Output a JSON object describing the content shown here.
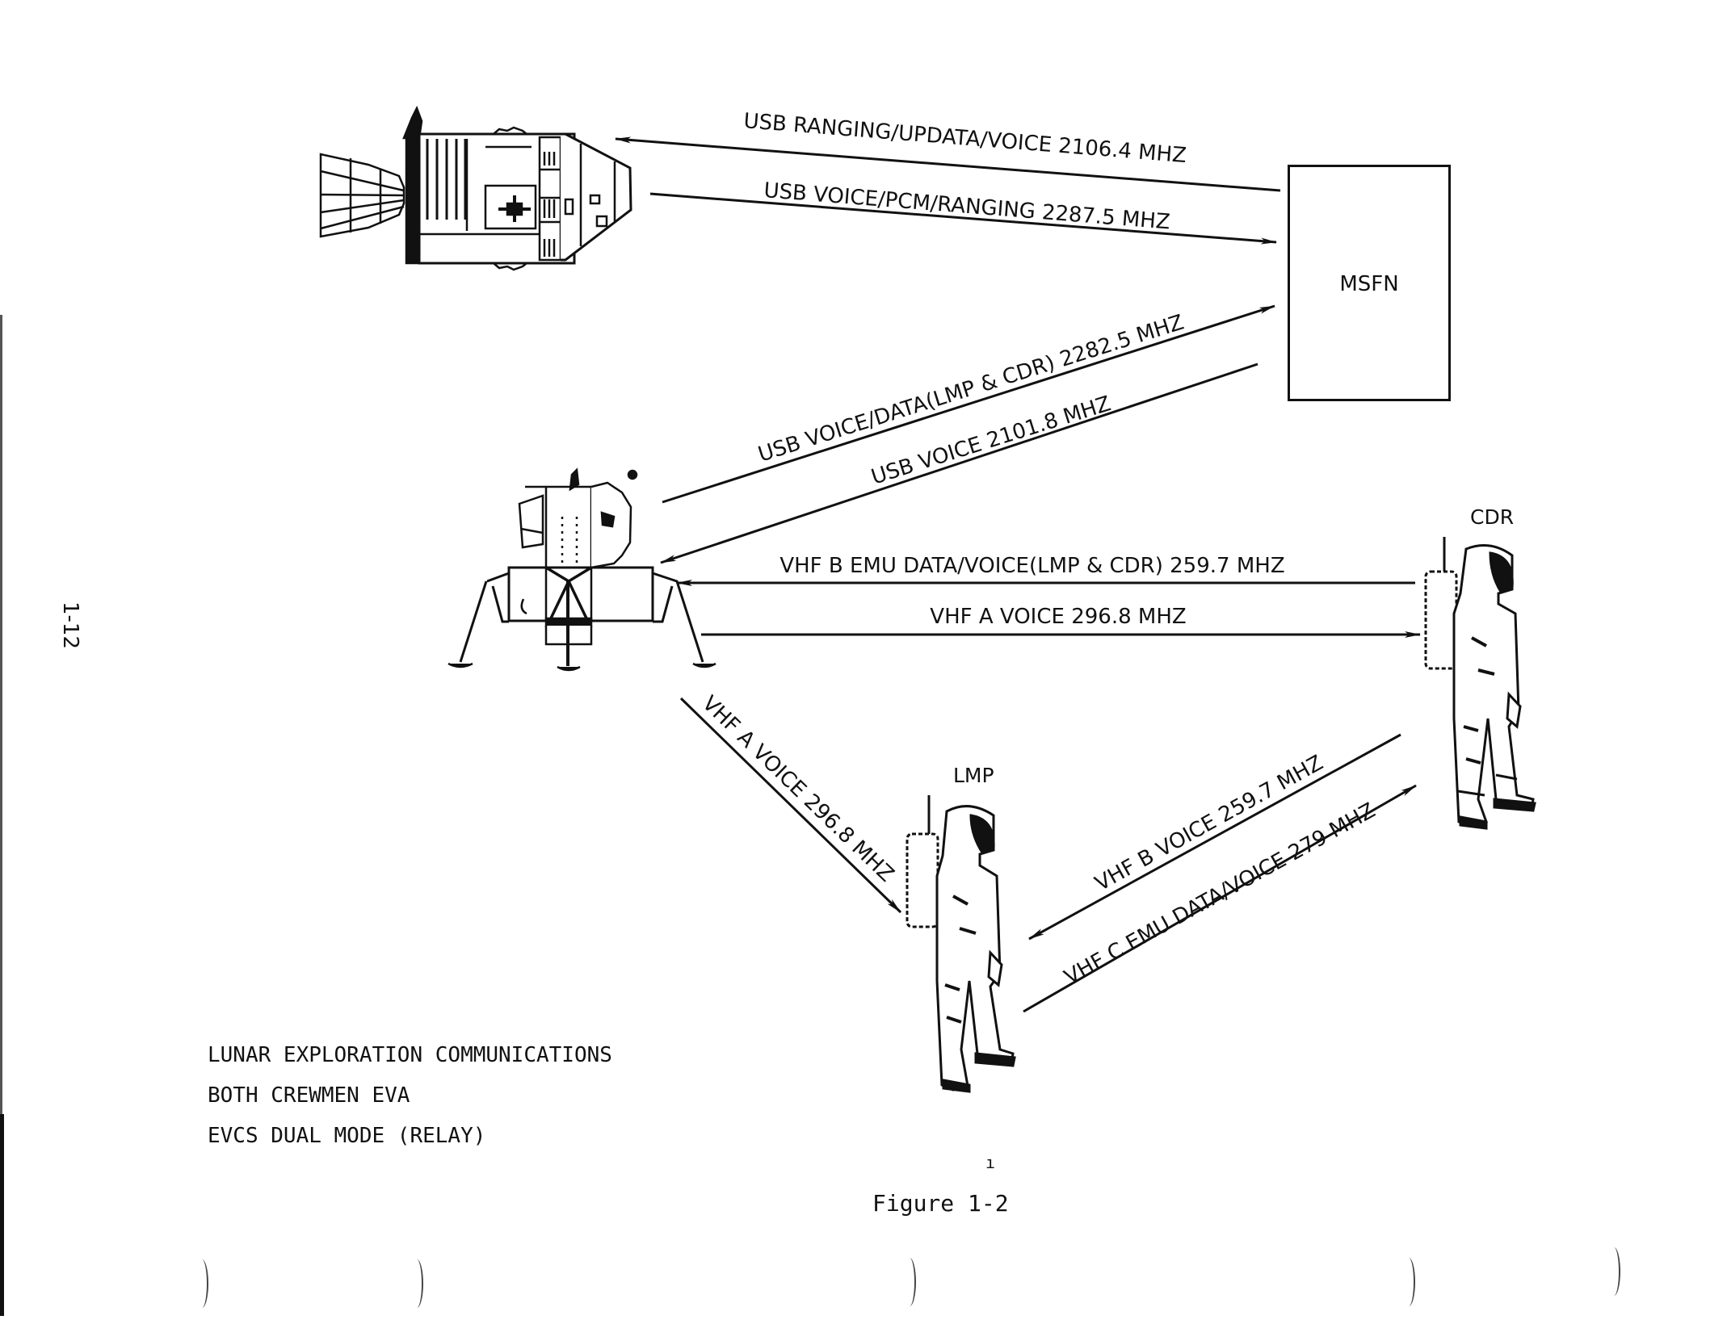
{
  "page": {
    "page_number": "1-12",
    "figure_title": "Figure 1-2",
    "figure_mark": "ı"
  },
  "caption": {
    "lines": [
      "LUNAR EXPLORATION COMMUNICATIONS",
      "BOTH CREWMEN EVA",
      "EVCS DUAL MODE (RELAY)"
    ]
  },
  "nodes": {
    "csm": {
      "name": "command-service-module"
    },
    "msfn": {
      "label": "MSFN"
    },
    "lm": {
      "name": "lunar-module"
    },
    "cdr": {
      "label": "CDR"
    },
    "lmp": {
      "label": "LMP"
    }
  },
  "links": [
    {
      "id": "msfn-to-csm",
      "from": "MSFN",
      "to": "CSM",
      "label": "USB RANGING/UPDATA/VOICE 2106.4 MHZ"
    },
    {
      "id": "csm-to-msfn",
      "from": "CSM",
      "to": "MSFN",
      "label": "USB VOICE/PCM/RANGING 2287.5 MHZ"
    },
    {
      "id": "lm-to-msfn",
      "from": "LM",
      "to": "MSFN",
      "label": "USB VOICE/DATA(LMP & CDR) 2282.5 MHZ"
    },
    {
      "id": "msfn-to-lm",
      "from": "MSFN",
      "to": "LM",
      "label": "USB VOICE 2101.8 MHZ"
    },
    {
      "id": "cdr-to-lm",
      "from": "CDR",
      "to": "LM",
      "label": "VHF B EMU DATA/VOICE(LMP & CDR) 259.7 MHZ"
    },
    {
      "id": "lm-to-cdr",
      "from": "LM",
      "to": "CDR",
      "label": "VHF A VOICE 296.8 MHZ"
    },
    {
      "id": "lm-to-lmp",
      "from": "LM",
      "to": "LMP",
      "label": "VHF A VOICE 296.8 MHZ"
    },
    {
      "id": "cdr-to-lmp",
      "from": "CDR",
      "to": "LMP",
      "label": "VHF B VOICE 259.7 MHZ"
    },
    {
      "id": "lmp-to-cdr",
      "from": "LMP",
      "to": "CDR",
      "label": "VHF C EMU DATA/VOICE 279 MHZ"
    }
  ],
  "colors": {
    "ink": "#111111",
    "paper": "#ffffff"
  }
}
